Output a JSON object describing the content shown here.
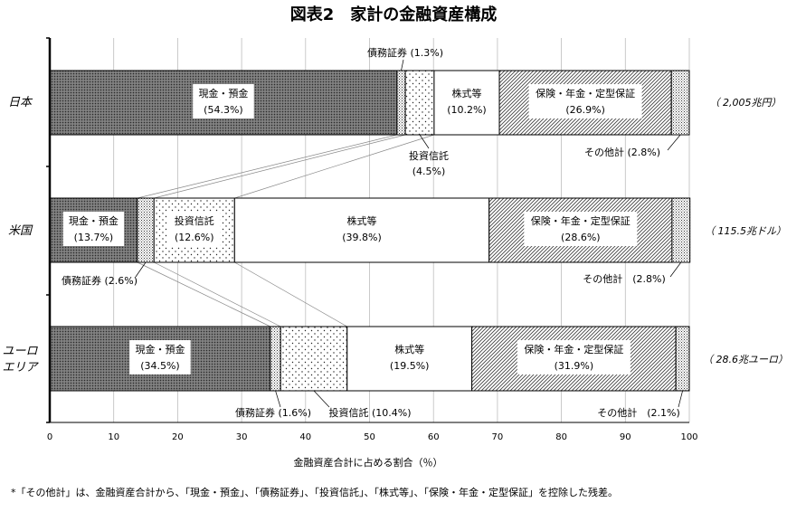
{
  "chart_data": {
    "type": "bar",
    "orientation": "horizontal-stacked-100",
    "title": "図表2　家計の金融資産構成",
    "xlabel": "金融資産合計に占める割合（％）",
    "xlim": [
      0,
      100
    ],
    "xticks": [
      "0",
      "10",
      "20",
      "30",
      "40",
      "50",
      "60",
      "70",
      "80",
      "90",
      "100"
    ],
    "grid": true,
    "categories": [
      "日本",
      "米国",
      "ユーロ\nエリア"
    ],
    "totals": [
      "（ 2,005兆円）",
      "（ 115.5兆ドル）",
      "（ 28.6兆ユーロ）"
    ],
    "series": [
      {
        "name": "現金・預金",
        "values": [
          54.3,
          13.7,
          34.5
        ],
        "value_labels": [
          "(54.3%)",
          "(13.7%)",
          "(34.5%)"
        ],
        "pattern": "dense-dot"
      },
      {
        "name": "債務証券",
        "values": [
          1.3,
          2.6,
          1.6
        ],
        "value_labels": [
          "(1.3%)",
          "(2.6%)",
          "(1.6%)"
        ],
        "pattern": "fine-dot"
      },
      {
        "name": "投資信託",
        "values": [
          4.5,
          12.6,
          10.4
        ],
        "value_labels": [
          "(4.5%)",
          "(12.6%)",
          "(10.4%)"
        ],
        "pattern": "sparse-dot"
      },
      {
        "name": "株式等",
        "values": [
          10.2,
          39.8,
          19.5
        ],
        "value_labels": [
          "(10.2%)",
          "(39.8%)",
          "(19.5%)"
        ],
        "pattern": "none"
      },
      {
        "name": "保険・年金・定型保証",
        "values": [
          26.9,
          28.6,
          31.9
        ],
        "value_labels": [
          "(26.9%)",
          "(28.6%)",
          "(31.9%)"
        ],
        "pattern": "diagonal-hatch"
      },
      {
        "name": "その他計",
        "values": [
          2.8,
          2.8,
          2.1
        ],
        "value_labels": [
          "(2.8%)",
          "(2.8%)",
          "(2.1%)"
        ],
        "pattern": "fine-dot"
      }
    ],
    "annotations": {
      "japan_debt": "債務証券 (1.3%)",
      "japan_fund": [
        "投資信託",
        "(4.5%)"
      ],
      "japan_other": "その他計 (2.8%)",
      "us_debt": "債務証券 (2.6%)",
      "us_other": "その他計　(2.8%)",
      "ea_debt": "債務証券 (1.6%)",
      "ea_fund": "投資信託 (10.4%)",
      "ea_other": "その他計　(2.1%)"
    },
    "footnote": "*「その他計」は、金融資産合計から、「現金・預金」、「債務証券」、「投資信託」、「株式等」、「保険・年金・定型保証」を控除した残差。"
  }
}
